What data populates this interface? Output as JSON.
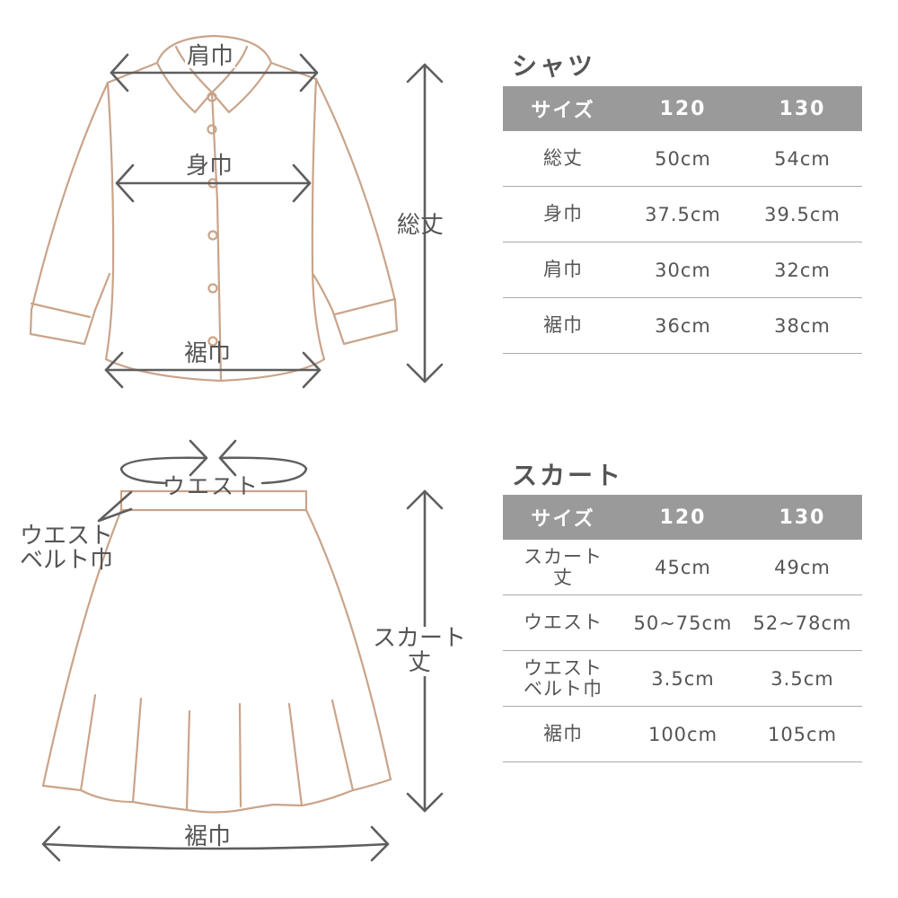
{
  "colors": {
    "garment_line": "#c9a48a",
    "arrow": "#5e5e5e",
    "header_bg": "#9a9a9a",
    "header_text": "#ffffff",
    "text": "#555555",
    "row_border": "#aaaaaa"
  },
  "shirt": {
    "title": "シャツ",
    "diagram_labels": {
      "shoulder": "肩巾",
      "chest": "身巾",
      "hem": "裾巾",
      "length": "総丈"
    },
    "table": {
      "headers": [
        "サイズ",
        "120",
        "130"
      ],
      "rows": [
        {
          "label": "総丈",
          "s120": "50cm",
          "s130": "54cm"
        },
        {
          "label": "身巾",
          "s120": "37.5cm",
          "s130": "39.5cm"
        },
        {
          "label": "肩巾",
          "s120": "30cm",
          "s130": "32cm"
        },
        {
          "label": "裾巾",
          "s120": "36cm",
          "s130": "38cm"
        }
      ]
    }
  },
  "skirt": {
    "title": "スカート",
    "diagram_labels": {
      "waist": "ウエスト",
      "belt_line1": "ウエスト",
      "belt_line2": "ベルト巾",
      "length_line1": "スカート",
      "length_line2": "丈",
      "hem": "裾巾"
    },
    "table": {
      "headers": [
        "サイズ",
        "120",
        "130"
      ],
      "rows": [
        {
          "label_line1": "スカート",
          "label_line2": "丈",
          "s120": "45cm",
          "s130": "49cm"
        },
        {
          "label_line1": "ウエスト",
          "label_line2": "",
          "s120": "50~75cm",
          "s130": "52~78cm"
        },
        {
          "label_line1": "ウエスト",
          "label_line2": "ベルト巾",
          "s120": "3.5cm",
          "s130": "3.5cm"
        },
        {
          "label_line1": "裾巾",
          "label_line2": "",
          "s120": "100cm",
          "s130": "105cm"
        }
      ]
    }
  }
}
